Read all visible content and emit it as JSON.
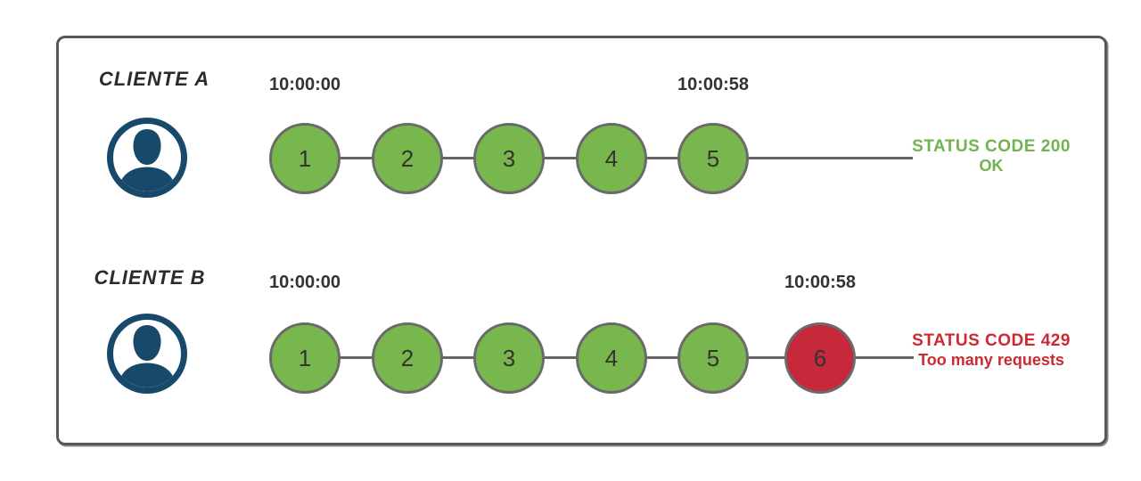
{
  "colors": {
    "ok_green": "#77b74e",
    "error_red": "#c5293a",
    "status_green_text": "#72b350",
    "status_red_text": "#cc2936",
    "avatar_navy": "#17496b",
    "line_gray": "#666666",
    "circle_border_gray": "#6a6a6a",
    "frame_border_gray": "#575757"
  },
  "clients": [
    {
      "name": "CLIENTE A",
      "start_time": "10:00:00",
      "end_time": "10:00:58",
      "requests": [
        {
          "label": "1",
          "color": "#77b74e"
        },
        {
          "label": "2",
          "color": "#77b74e"
        },
        {
          "label": "3",
          "color": "#77b74e"
        },
        {
          "label": "4",
          "color": "#77b74e"
        },
        {
          "label": "5",
          "color": "#77b74e"
        }
      ],
      "status": {
        "line1": "STATUS CODE 200",
        "line2": "OK",
        "color": "#72b350"
      }
    },
    {
      "name": "CLIENTE B",
      "start_time": "10:00:00",
      "end_time": "10:00:58",
      "requests": [
        {
          "label": "1",
          "color": "#77b74e"
        },
        {
          "label": "2",
          "color": "#77b74e"
        },
        {
          "label": "3",
          "color": "#77b74e"
        },
        {
          "label": "4",
          "color": "#77b74e"
        },
        {
          "label": "5",
          "color": "#77b74e"
        },
        {
          "label": "6",
          "color": "#c5293a"
        }
      ],
      "status": {
        "line1": "STATUS CODE 429",
        "line2": "Too many requests",
        "color": "#cc2936"
      }
    }
  ]
}
